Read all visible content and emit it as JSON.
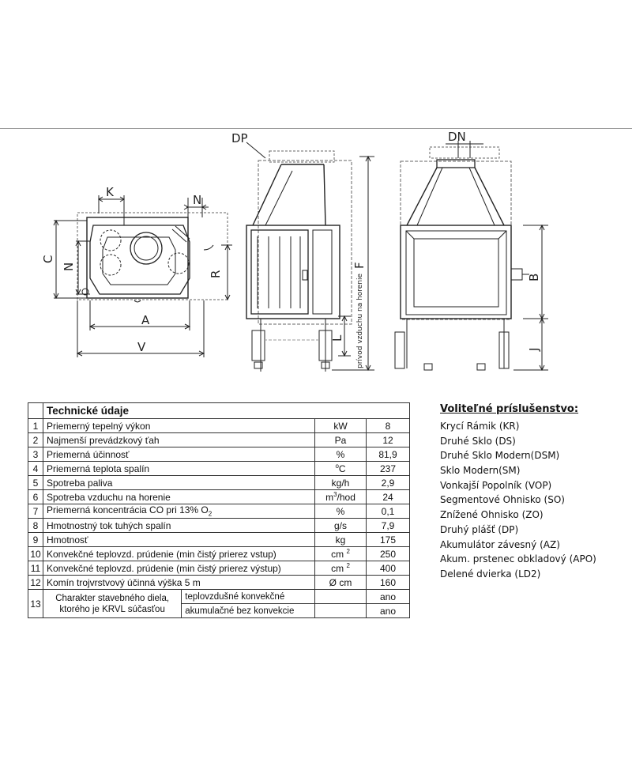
{
  "diagram": {
    "labels": {
      "K": "K",
      "N_top": "N",
      "C": "C",
      "N_left": "N",
      "R": "R",
      "A": "A",
      "V": "V",
      "DP": "DP",
      "F": "F",
      "L": "L",
      "air_supply": "prívod vzduchu na horenie",
      "DN": "DN",
      "B": "B",
      "J": "J"
    }
  },
  "tech": {
    "title": "Technické údaje",
    "rows": [
      {
        "n": "1",
        "name": "Priemerný tepelný výkon",
        "unit": "kW",
        "value": "8"
      },
      {
        "n": "2",
        "name": "Najmenší prevádzkový ťah",
        "unit": "Pa",
        "value": "12"
      },
      {
        "n": "3",
        "name": "Priemerná účinnosť",
        "unit": "%",
        "value": "81,9"
      },
      {
        "n": "4",
        "name": "Priemerná teplota spalín",
        "unit_base": "C",
        "unit_sup": "o",
        "value": "237"
      },
      {
        "n": "5",
        "name": "Spotreba paliva",
        "unit": "kg/h",
        "value": "2,9"
      },
      {
        "n": "6",
        "name": "Spotreba vzduchu na horenie",
        "unit_base": "m",
        "unit_sup": "3",
        "unit_tail": "/hod",
        "value": "24"
      },
      {
        "n": "7",
        "name_base": "Priemerná koncentrácia CO pri 13% O",
        "name_sub": "2",
        "unit": "%",
        "value": "0,1"
      },
      {
        "n": "8",
        "name": "Hmotnostný tok tuhých spalín",
        "unit": "g/s",
        "value": "7,9"
      },
      {
        "n": "9",
        "name": "Hmotnosť",
        "unit": "kg",
        "value": "175"
      },
      {
        "n": "10",
        "name": "Konvekčné teplovzd. prúdenie (min čistý prierez vstup)",
        "unit_base": "cm ",
        "unit_sup": "2",
        "value": "250"
      },
      {
        "n": "11",
        "name": "Konvekčné teplovzd. prúdenie (min čistý prierez výstup)",
        "unit_base": "cm ",
        "unit_sup": "2",
        "value": "400"
      },
      {
        "n": "12",
        "name": "Komín trojvrstvový účinná výška 5 m",
        "unit": "Ø cm",
        "value": "160"
      }
    ],
    "row13": {
      "n": "13",
      "left_line1": "Charakter stavebného diela,",
      "left_line2": "ktorého je KRVL súčasťou",
      "sub1": "teplovzdušné konvekčné",
      "sub2": "akumulačné bez konvekcie",
      "val1": "ano",
      "val2": "ano"
    }
  },
  "accessories": {
    "title": "Voliteľné príslušenstvo:",
    "items": [
      "Krycí Rámik (KR)",
      "Druhé Sklo (DS)",
      "Druhé Sklo Modern(DSM)",
      "Sklo Modern(SM)",
      "Vonkajší Popolník (VOP)",
      "Segmentové Ohnisko (SO)",
      "Znížené Ohnisko (ZO)",
      "Druhý plášť  (DP)",
      "Akumulátor závesný (AZ)",
      "Akum. prstenec obkladový (APO)",
      "Delené dvierka (LD2)"
    ]
  }
}
